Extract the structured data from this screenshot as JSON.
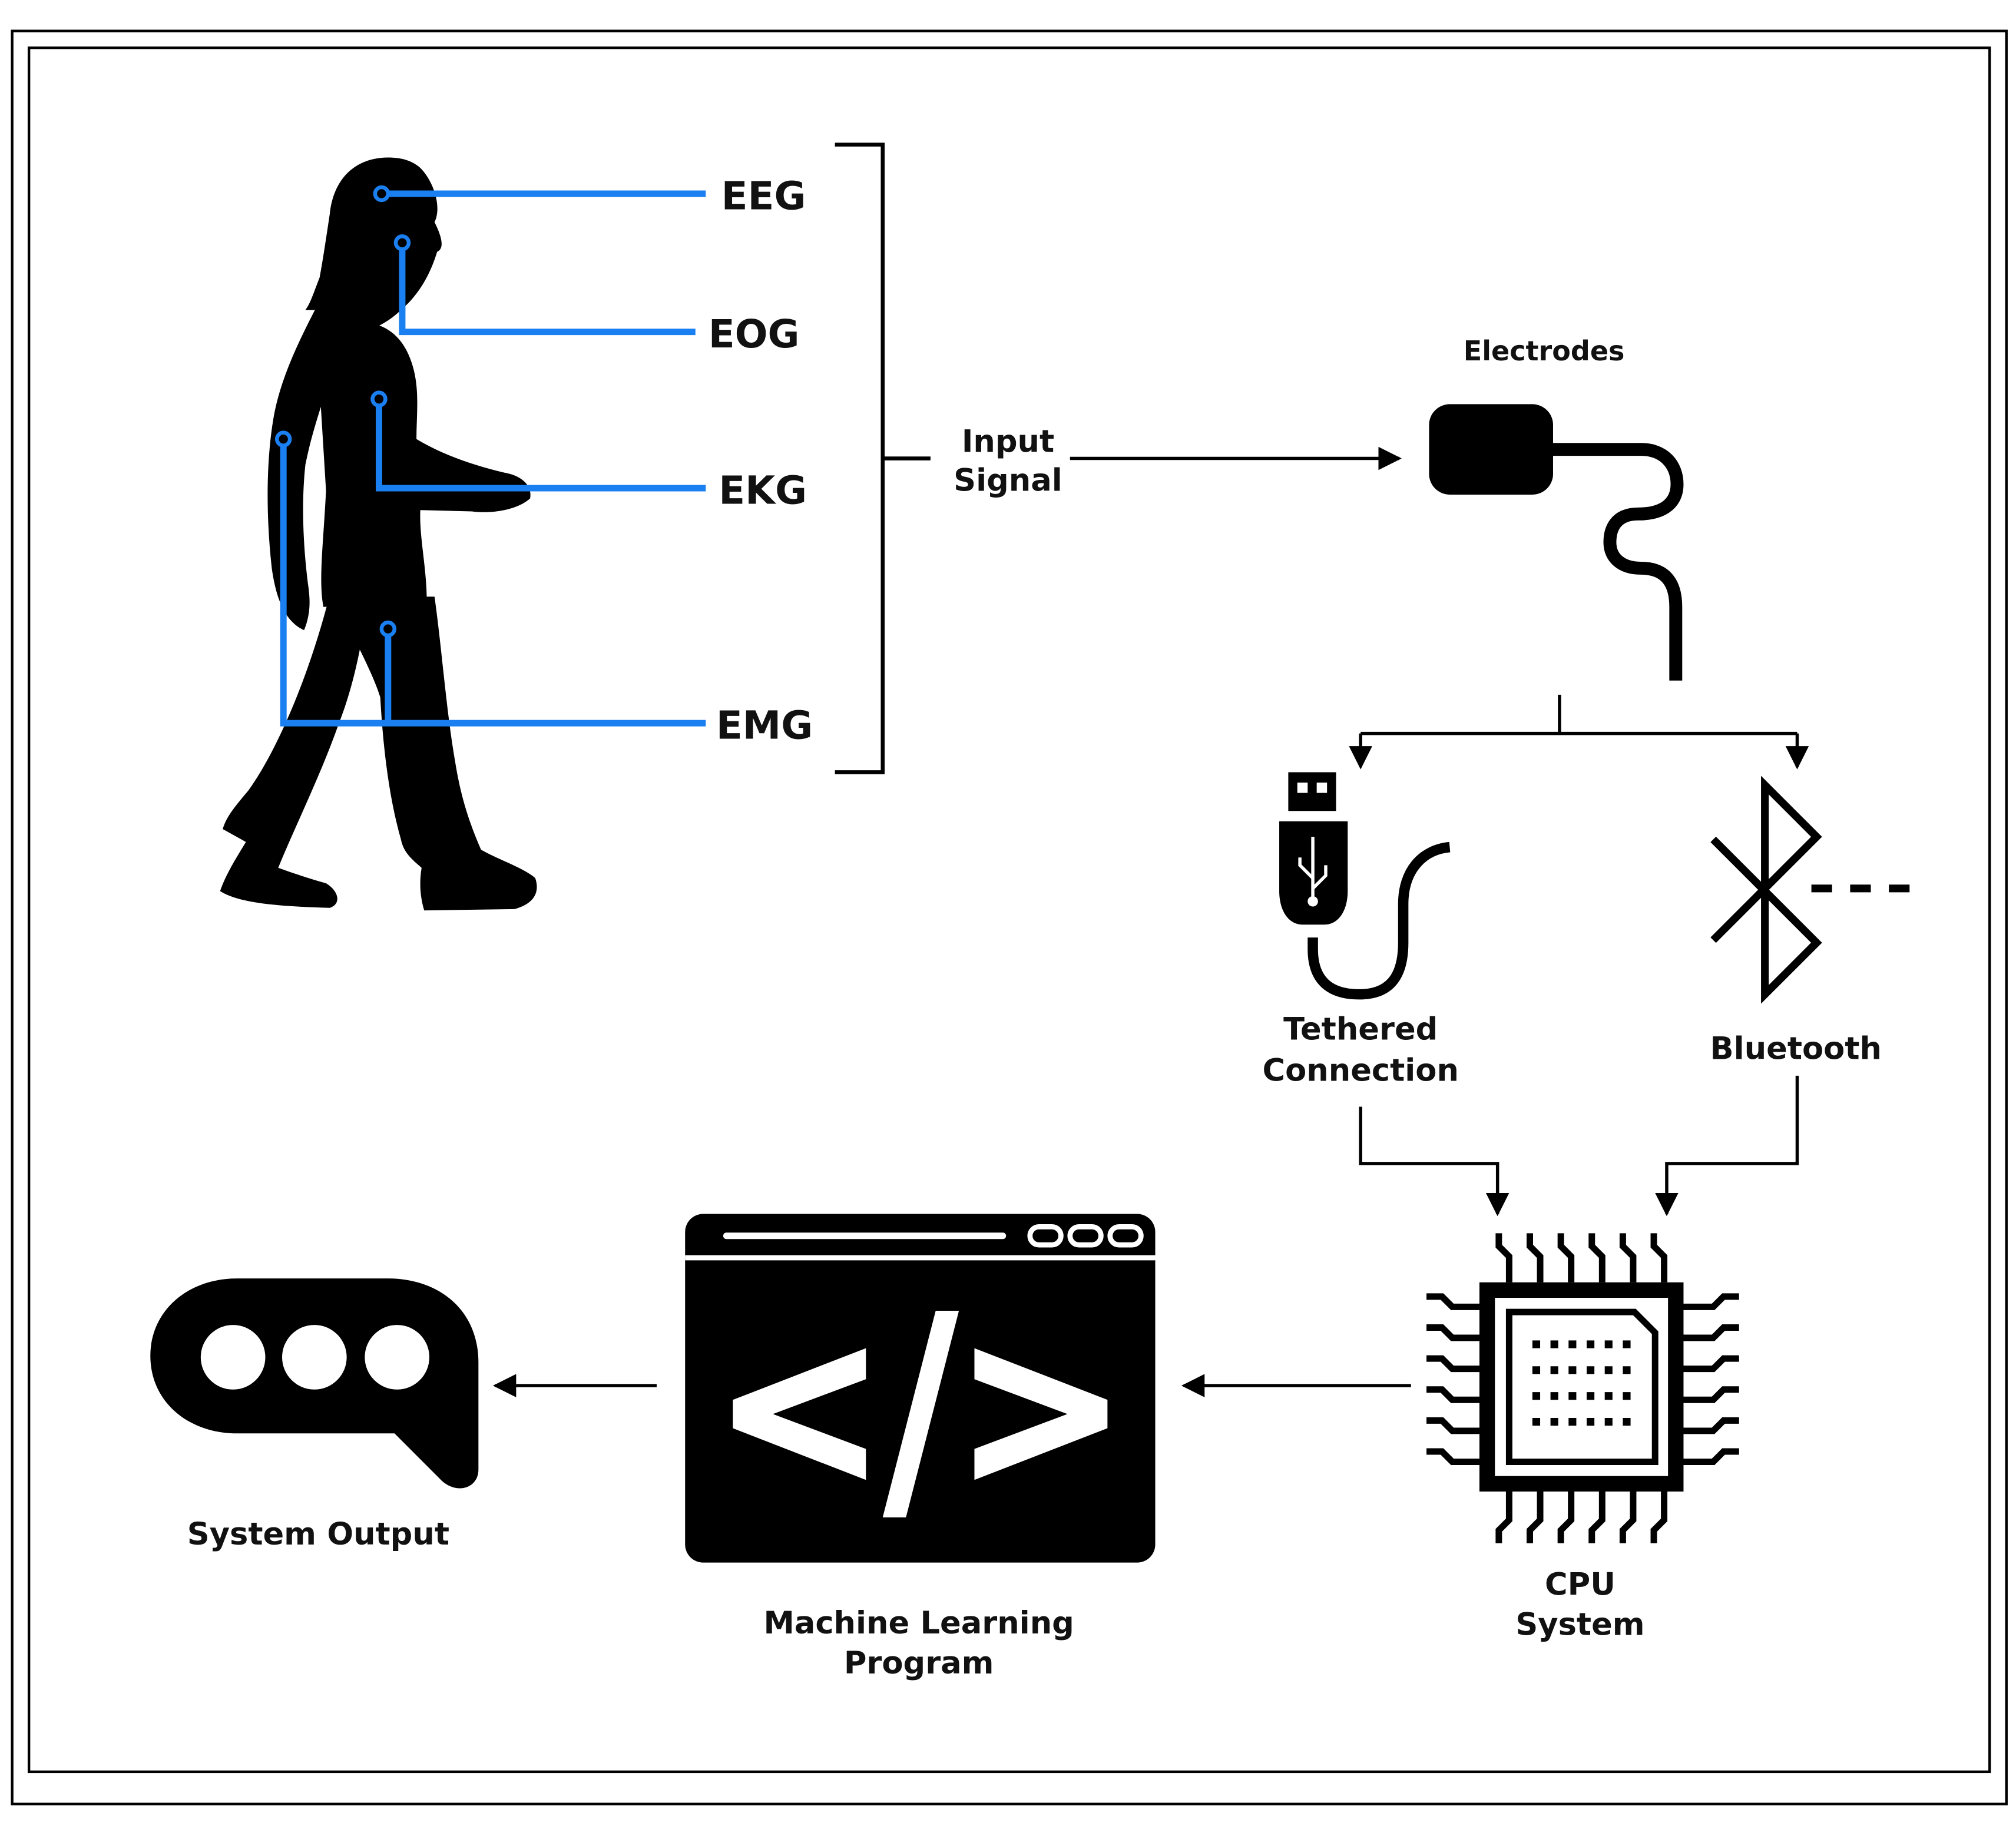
{
  "signals": {
    "eeg": "EEG",
    "eog": "EOG",
    "ekg": "EKG",
    "emg": "EMG"
  },
  "input_signal": {
    "line1": "Input",
    "line2": "Signal"
  },
  "electrodes": "Electrodes",
  "tethered": {
    "line1": "Tethered",
    "line2": "Connection"
  },
  "bluetooth": "Bluetooth",
  "cpu": {
    "line1": "CPU",
    "line2": "System"
  },
  "ml_program": {
    "line1": "Machine Learning",
    "line2": "Program"
  },
  "system_output": "System Output",
  "colors": {
    "accent": "#1a7ff0",
    "ink": "#000000",
    "background": "#ffffff"
  },
  "icons": [
    "person-silhouette-icon",
    "electrode-icon",
    "usb-icon",
    "bluetooth-icon",
    "cpu-chip-icon",
    "code-window-icon",
    "chat-bubble-icon"
  ]
}
